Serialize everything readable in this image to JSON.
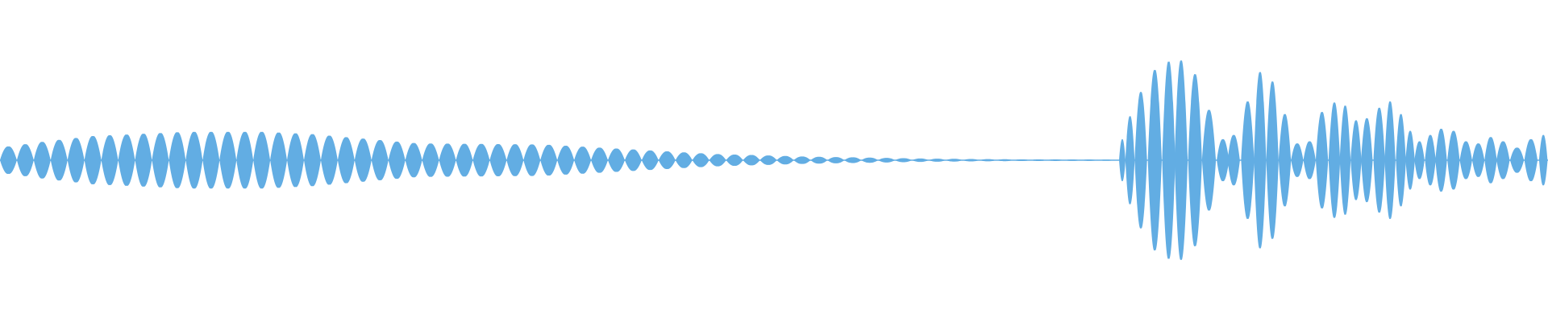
{
  "waveform": {
    "color": "#62ade3",
    "background": "#ffffff",
    "segments": [
      {
        "kind": "pulsed-tone",
        "start": 0.0,
        "end": 0.72,
        "lobe_count": 66,
        "amplitude_profile": [
          [
            0.0,
            0.12
          ],
          [
            0.03,
            0.18
          ],
          [
            0.06,
            0.23
          ],
          [
            0.12,
            0.27
          ],
          [
            0.17,
            0.27
          ],
          [
            0.2,
            0.25
          ],
          [
            0.27,
            0.16
          ],
          [
            0.35,
            0.15
          ],
          [
            0.4,
            0.11
          ],
          [
            0.46,
            0.06
          ],
          [
            0.52,
            0.035
          ],
          [
            0.6,
            0.015
          ],
          [
            0.66,
            0.008
          ],
          [
            0.72,
            0.006
          ]
        ]
      },
      {
        "kind": "burst",
        "start": 0.722,
        "end": 1.0,
        "lobes": [
          [
            0.725,
            0.2
          ],
          [
            0.73,
            0.42
          ],
          [
            0.737,
            0.65
          ],
          [
            0.746,
            0.86
          ],
          [
            0.755,
            0.94
          ],
          [
            0.763,
            0.95
          ],
          [
            0.772,
            0.82
          ],
          [
            0.781,
            0.48
          ],
          [
            0.79,
            0.2
          ],
          [
            0.797,
            0.24
          ],
          [
            0.806,
            0.56
          ],
          [
            0.814,
            0.84
          ],
          [
            0.822,
            0.75
          ],
          [
            0.83,
            0.44
          ],
          [
            0.838,
            0.16
          ],
          [
            0.846,
            0.18
          ],
          [
            0.854,
            0.46
          ],
          [
            0.862,
            0.55
          ],
          [
            0.869,
            0.52
          ],
          [
            0.876,
            0.38
          ],
          [
            0.883,
            0.4
          ],
          [
            0.891,
            0.5
          ],
          [
            0.898,
            0.56
          ],
          [
            0.905,
            0.44
          ],
          [
            0.911,
            0.28
          ],
          [
            0.917,
            0.18
          ],
          [
            0.924,
            0.24
          ],
          [
            0.931,
            0.3
          ],
          [
            0.939,
            0.28
          ],
          [
            0.947,
            0.18
          ],
          [
            0.955,
            0.16
          ],
          [
            0.963,
            0.22
          ],
          [
            0.971,
            0.18
          ],
          [
            0.98,
            0.12
          ],
          [
            0.989,
            0.2
          ],
          [
            0.997,
            0.24
          ]
        ]
      }
    ]
  }
}
